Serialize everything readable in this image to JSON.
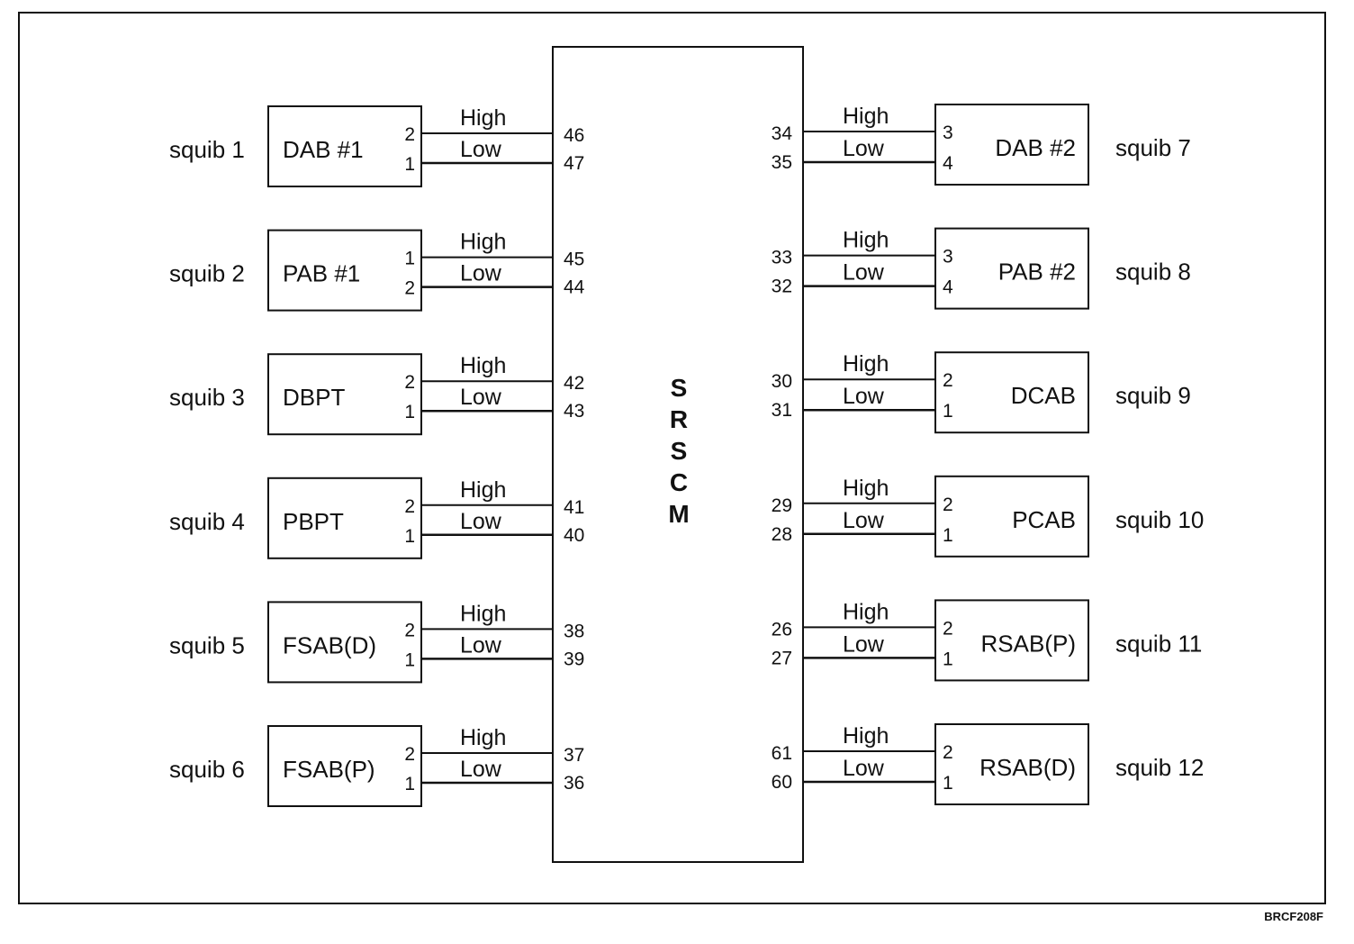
{
  "module": {
    "letters": [
      "S",
      "R",
      "S",
      "C",
      "M"
    ]
  },
  "figure_code": "BRCF208F",
  "left": [
    {
      "squib": "squib 1",
      "name": "DAB #1",
      "pin_top": "2",
      "pin_bottom": "1",
      "high": "High",
      "low": "Low",
      "term_high": "46",
      "term_low": "47"
    },
    {
      "squib": "squib 2",
      "name": "PAB #1",
      "pin_top": "1",
      "pin_bottom": "2",
      "high": "High",
      "low": "Low",
      "term_high": "45",
      "term_low": "44"
    },
    {
      "squib": "squib 3",
      "name": "DBPT",
      "pin_top": "2",
      "pin_bottom": "1",
      "high": "High",
      "low": "Low",
      "term_high": "42",
      "term_low": "43"
    },
    {
      "squib": "squib 4",
      "name": "PBPT",
      "pin_top": "2",
      "pin_bottom": "1",
      "high": "High",
      "low": "Low",
      "term_high": "41",
      "term_low": "40"
    },
    {
      "squib": "squib 5",
      "name": "FSAB(D)",
      "pin_top": "2",
      "pin_bottom": "1",
      "high": "High",
      "low": "Low",
      "term_high": "38",
      "term_low": "39"
    },
    {
      "squib": "squib 6",
      "name": "FSAB(P)",
      "pin_top": "2",
      "pin_bottom": "1",
      "high": "High",
      "low": "Low",
      "term_high": "37",
      "term_low": "36"
    }
  ],
  "right": [
    {
      "squib": "squib 7",
      "name": "DAB #2",
      "pin_top": "3",
      "pin_bottom": "4",
      "high": "High",
      "low": "Low",
      "term_high": "34",
      "term_low": "35"
    },
    {
      "squib": "squib 8",
      "name": "PAB #2",
      "pin_top": "3",
      "pin_bottom": "4",
      "high": "High",
      "low": "Low",
      "term_high": "33",
      "term_low": "32"
    },
    {
      "squib": "squib 9",
      "name": "DCAB",
      "pin_top": "2",
      "pin_bottom": "1",
      "high": "High",
      "low": "Low",
      "term_high": "30",
      "term_low": "31"
    },
    {
      "squib": "squib 10",
      "name": "PCAB",
      "pin_top": "2",
      "pin_bottom": "1",
      "high": "High",
      "low": "Low",
      "term_high": "29",
      "term_low": "28"
    },
    {
      "squib": "squib 11",
      "name": "RSAB(P)",
      "pin_top": "2",
      "pin_bottom": "1",
      "high": "High",
      "low": "Low",
      "term_high": "26",
      "term_low": "27"
    },
    {
      "squib": "squib 12",
      "name": "RSAB(D)",
      "pin_top": "2",
      "pin_bottom": "1",
      "high": "High",
      "low": "Low",
      "term_high": "61",
      "term_low": "60"
    }
  ]
}
